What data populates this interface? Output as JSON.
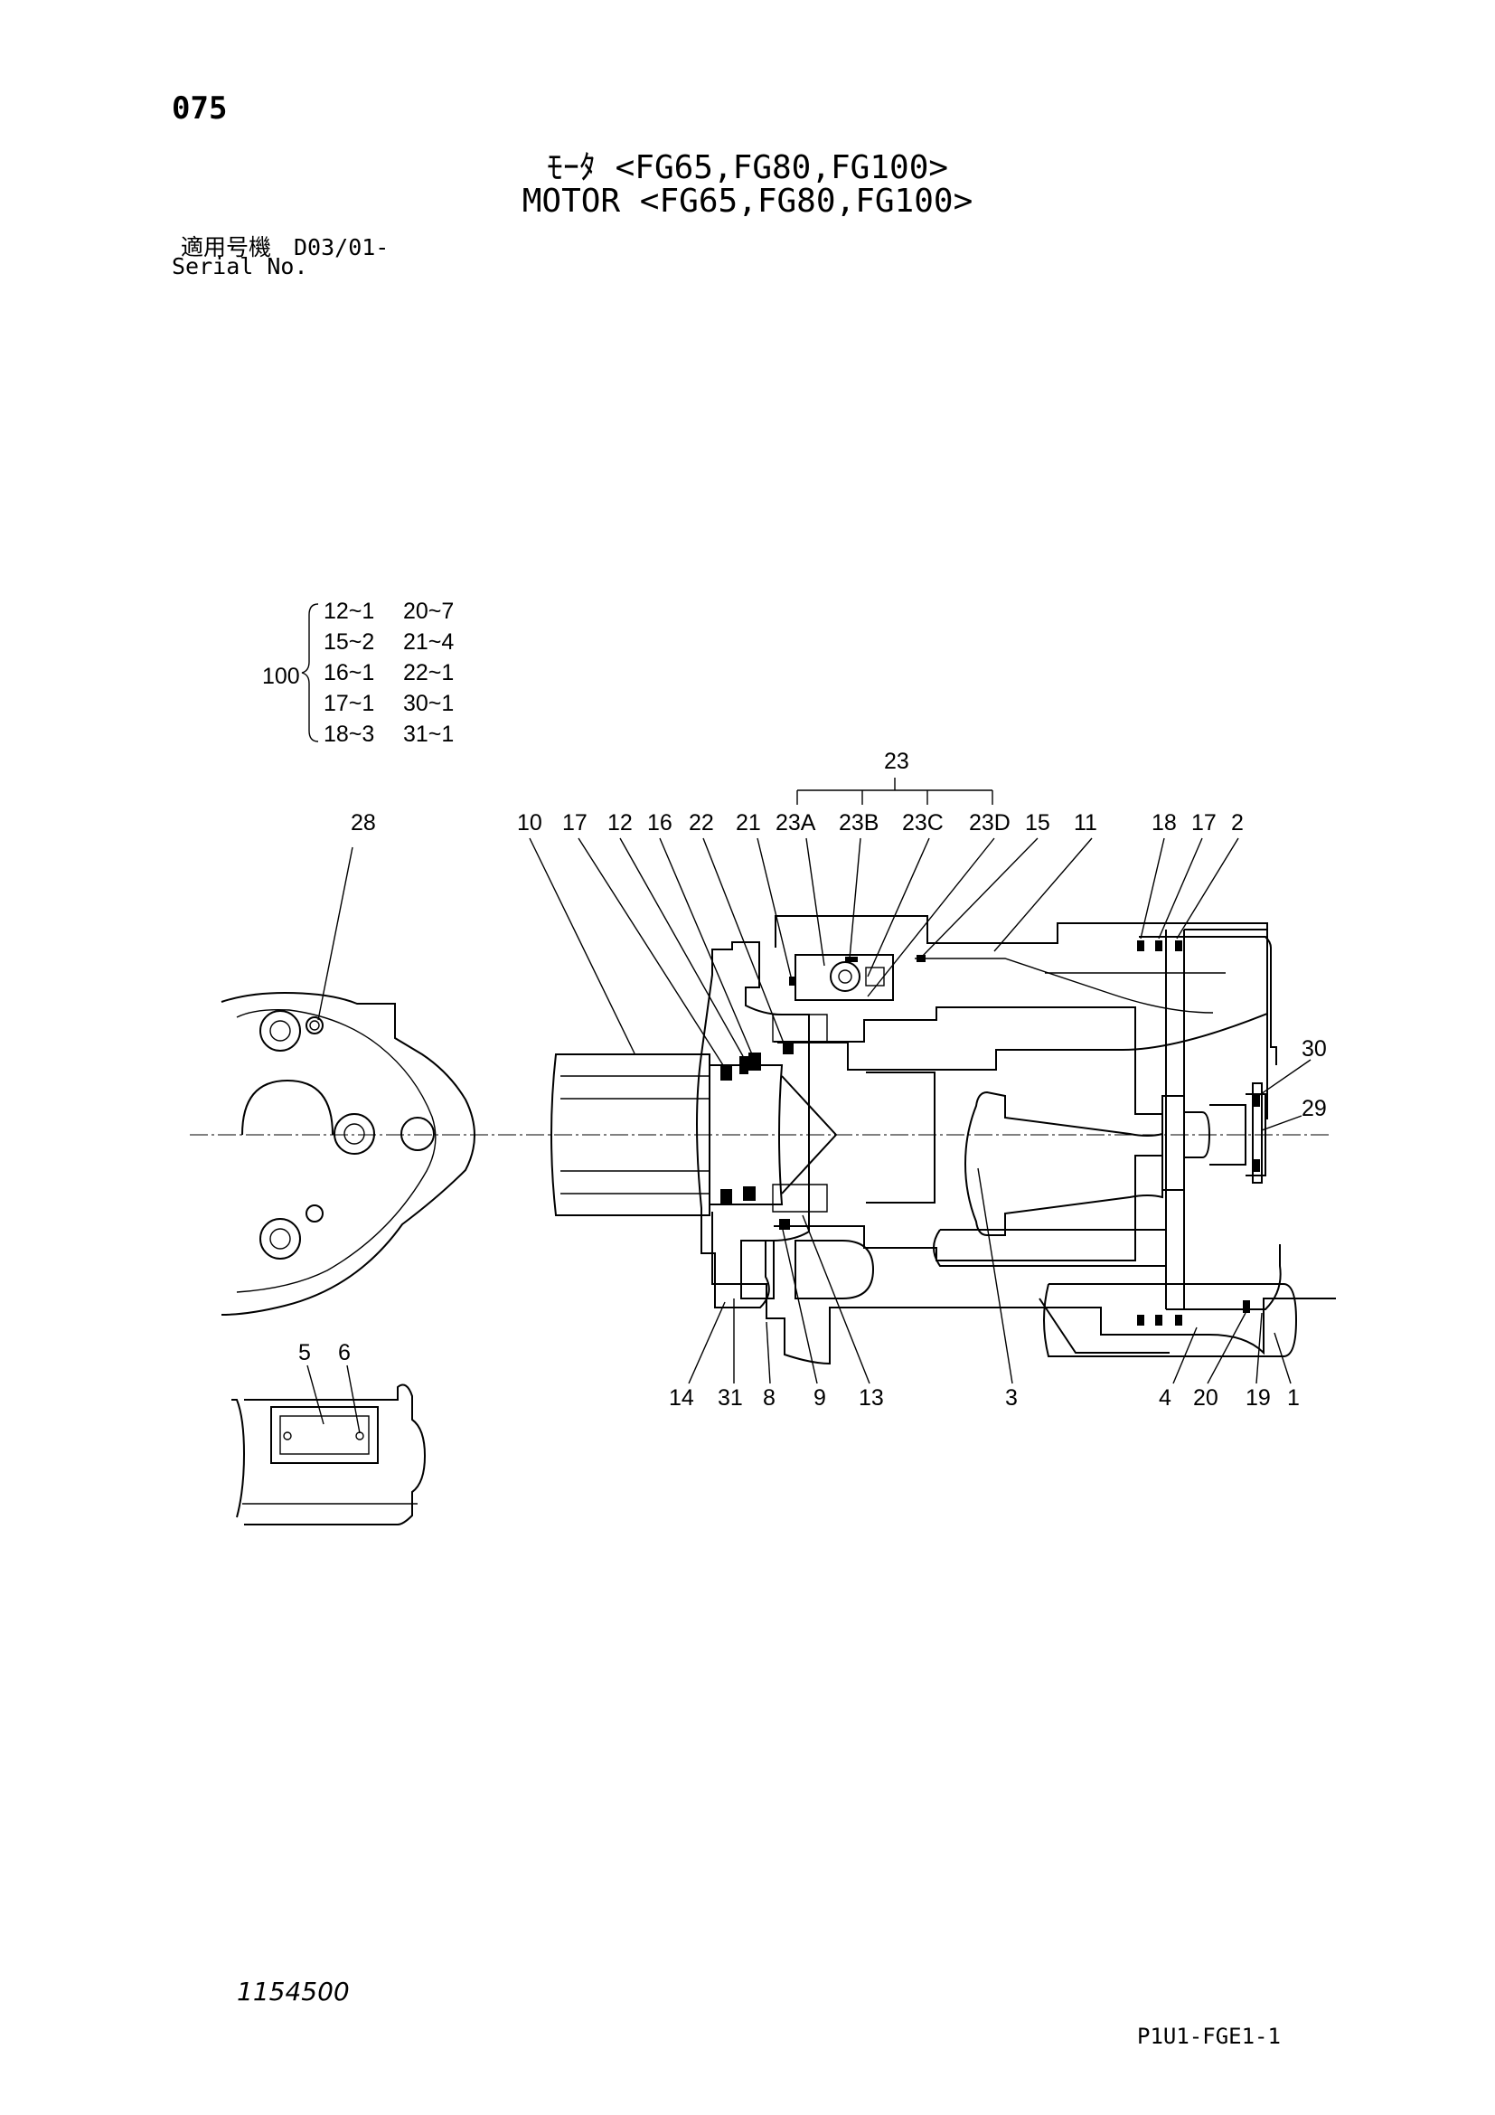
{
  "header": {
    "page_number": "075",
    "title_jp": "ﾓｰﾀ <FG65,FG80,FG100>",
    "title_en": "MOTOR <FG65,FG80,FG100>",
    "serial_jp": "適用号機　D03/01-",
    "serial_en": "Serial No."
  },
  "kit": {
    "id": "100",
    "left": [
      "12~1",
      "15~2",
      "16~1",
      "17~1",
      "18~3"
    ],
    "right": [
      "20~7",
      "21~4",
      "22~1",
      "30~1",
      "31~1"
    ]
  },
  "callouts": {
    "c23": "23",
    "c28": "28",
    "c10": "10",
    "c17a": "17",
    "c12": "12",
    "c16": "16",
    "c22": "22",
    "c21": "21",
    "c23A": "23A",
    "c23B": "23B",
    "c23C": "23C",
    "c23D": "23D",
    "c15": "15",
    "c11": "11",
    "c18": "18",
    "c17b": "17",
    "c2": "2",
    "c30": "30",
    "c29": "29",
    "c14": "14",
    "c31": "31",
    "c8": "8",
    "c9": "9",
    "c13": "13",
    "c3": "3",
    "c4": "4",
    "c20": "20",
    "c19": "19",
    "c1": "1",
    "c5": "5",
    "c6": "6"
  },
  "footer": {
    "code": "1154500",
    "reference": "P1U1-FGE1-1"
  }
}
